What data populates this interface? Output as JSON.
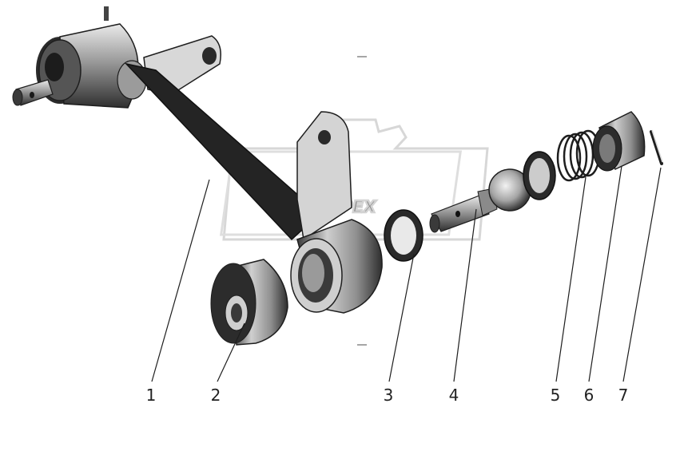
{
  "watermark": {
    "text": "OPEX"
  },
  "callouts": [
    {
      "id": "1",
      "label": "1"
    },
    {
      "id": "2",
      "label": "2"
    },
    {
      "id": "3",
      "label": "3"
    },
    {
      "id": "4",
      "label": "4"
    },
    {
      "id": "5",
      "label": "5"
    },
    {
      "id": "6",
      "label": "6"
    },
    {
      "id": "7",
      "label": "7"
    }
  ],
  "colors": {
    "ink": "#1e1e1e",
    "metal_dark": "#2a2a2a",
    "metal_mid": "#8a8a8a",
    "metal_light": "#d8d8d8",
    "watermark": "#bdbdbd"
  }
}
